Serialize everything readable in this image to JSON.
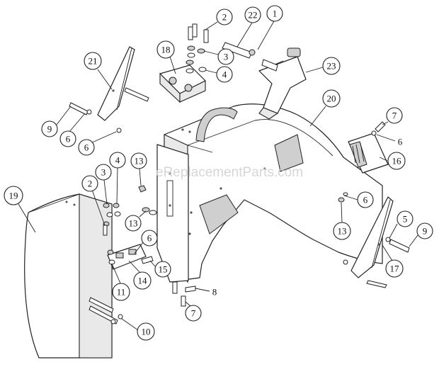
{
  "watermark": "eReplacementParts.com",
  "callouts": [
    {
      "label": "1"
    },
    {
      "label": "2"
    },
    {
      "label": "22"
    },
    {
      "label": "3"
    },
    {
      "label": "4"
    },
    {
      "label": "18"
    },
    {
      "label": "21"
    },
    {
      "label": "23"
    },
    {
      "label": "20"
    },
    {
      "label": "7"
    },
    {
      "label": "6"
    },
    {
      "label": "16"
    },
    {
      "label": "9"
    },
    {
      "label": "6"
    },
    {
      "label": "6"
    },
    {
      "label": "13"
    },
    {
      "label": "4"
    },
    {
      "label": "3"
    },
    {
      "label": "2"
    },
    {
      "label": "19"
    },
    {
      "label": "6"
    },
    {
      "label": "13"
    },
    {
      "label": "13"
    },
    {
      "label": "5"
    },
    {
      "label": "9"
    },
    {
      "label": "17"
    },
    {
      "label": "6"
    },
    {
      "label": "15"
    },
    {
      "label": "14"
    },
    {
      "label": "11"
    },
    {
      "label": "8"
    },
    {
      "label": "7"
    },
    {
      "label": "10"
    }
  ]
}
